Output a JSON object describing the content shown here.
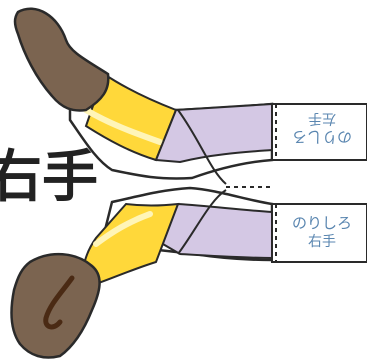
{
  "labels": {
    "side_right_hand": "右手",
    "tab_left": {
      "glue": "のりしろ",
      "hand": "左手"
    },
    "tab_right": {
      "glue": "のりしろ",
      "hand": "右手"
    }
  },
  "colors": {
    "shoe_brown": "#7b6450",
    "shoe_dark": "#4a2a14",
    "band_yellow": "#ffd83a",
    "sleeve_lavender": "#d4c8e4",
    "glue_text_blue": "#5a86b0",
    "outline": "#2a2a2a"
  }
}
